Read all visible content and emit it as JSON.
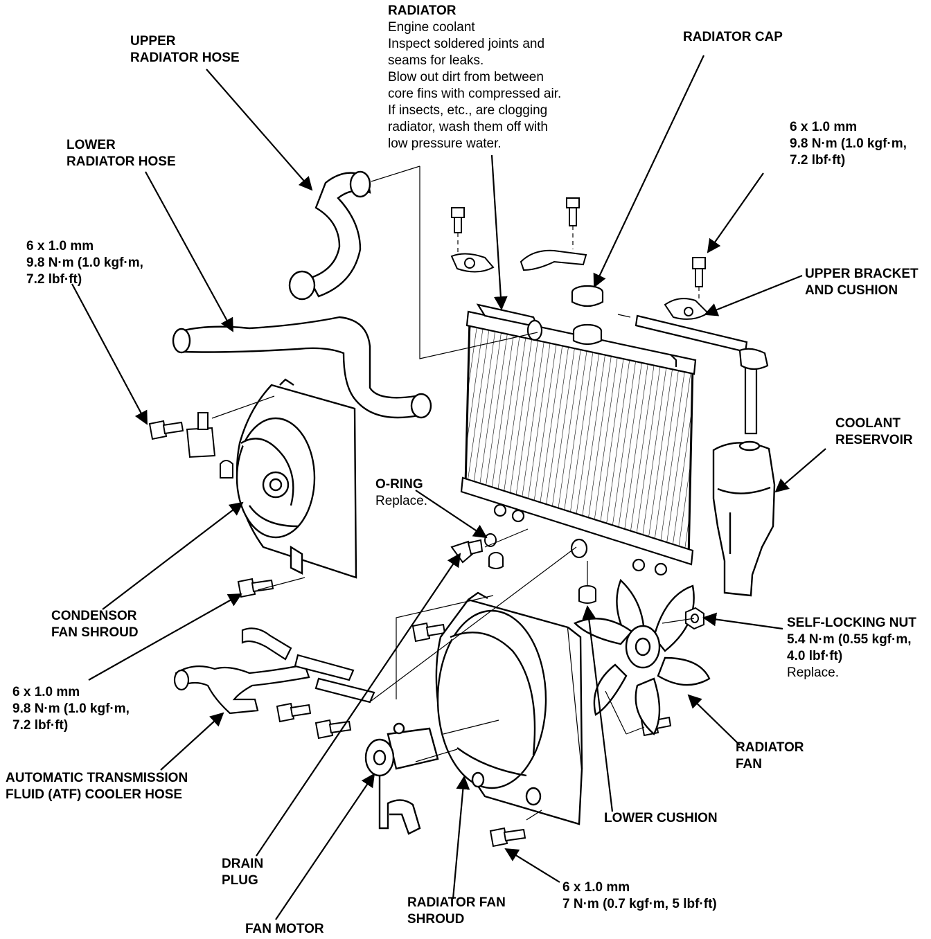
{
  "labels": {
    "radiator": {
      "title": "RADIATOR",
      "sub": "Engine coolant",
      "note": [
        "Inspect soldered joints and",
        "seams for leaks.",
        "Blow out dirt from between",
        "core fins with compressed air.",
        "If insects, etc., are clogging",
        "radiator, wash them off with",
        "low pressure water."
      ]
    },
    "radiator_cap": {
      "title": "RADIATOR CAP"
    },
    "upper_hose": {
      "title": [
        "UPPER",
        "RADIATOR HOSE"
      ]
    },
    "lower_hose": {
      "title": [
        "LOWER",
        "RADIATOR HOSE"
      ]
    },
    "bolt_upper_right": {
      "title": [
        "6 x 1.0 mm",
        "9.8 N·m (1.0 kgf·m,",
        "7.2 lbf·ft)"
      ]
    },
    "bolt_left": {
      "title": [
        "6 x 1.0 mm",
        "9.8 N·m (1.0 kgf·m,",
        "7.2 lbf·ft)"
      ]
    },
    "upper_bracket": {
      "title": [
        "UPPER BRACKET",
        "AND CUSHION"
      ]
    },
    "coolant_reservoir": {
      "title": [
        "COOLANT",
        "RESERVOIR"
      ]
    },
    "o_ring": {
      "title": "O-RING",
      "sub": "Replace."
    },
    "condensor_shroud": {
      "title": [
        "CONDENSOR",
        "FAN SHROUD"
      ]
    },
    "self_locking_nut": {
      "title": [
        "SELF-LOCKING NUT",
        "5.4 N·m (0.55 kgf·m,",
        "4.0 lbf·ft)"
      ],
      "sub": "Replace."
    },
    "bolt_lower_left": {
      "title": [
        "6 x 1.0 mm",
        "9.8 N·m (1.0 kgf·m,",
        "7.2 lbf·ft)"
      ]
    },
    "atf_hose": {
      "title": [
        "AUTOMATIC TRANSMISSION",
        "FLUID (ATF) COOLER HOSE"
      ]
    },
    "radiator_fan": {
      "title": [
        "RADIATOR",
        "FAN"
      ]
    },
    "lower_cushion": {
      "title": "LOWER CUSHION"
    },
    "drain_plug": {
      "title": [
        "DRAIN",
        "PLUG"
      ]
    },
    "bolt_bottom": {
      "title": [
        "6 x 1.0 mm",
        "7 N·m (0.7 kgf·m, 5 lbf·ft)"
      ]
    },
    "fan_shroud": {
      "title": [
        "RADIATOR FAN",
        "SHROUD"
      ]
    },
    "fan_motor": {
      "title": "FAN MOTOR"
    }
  }
}
